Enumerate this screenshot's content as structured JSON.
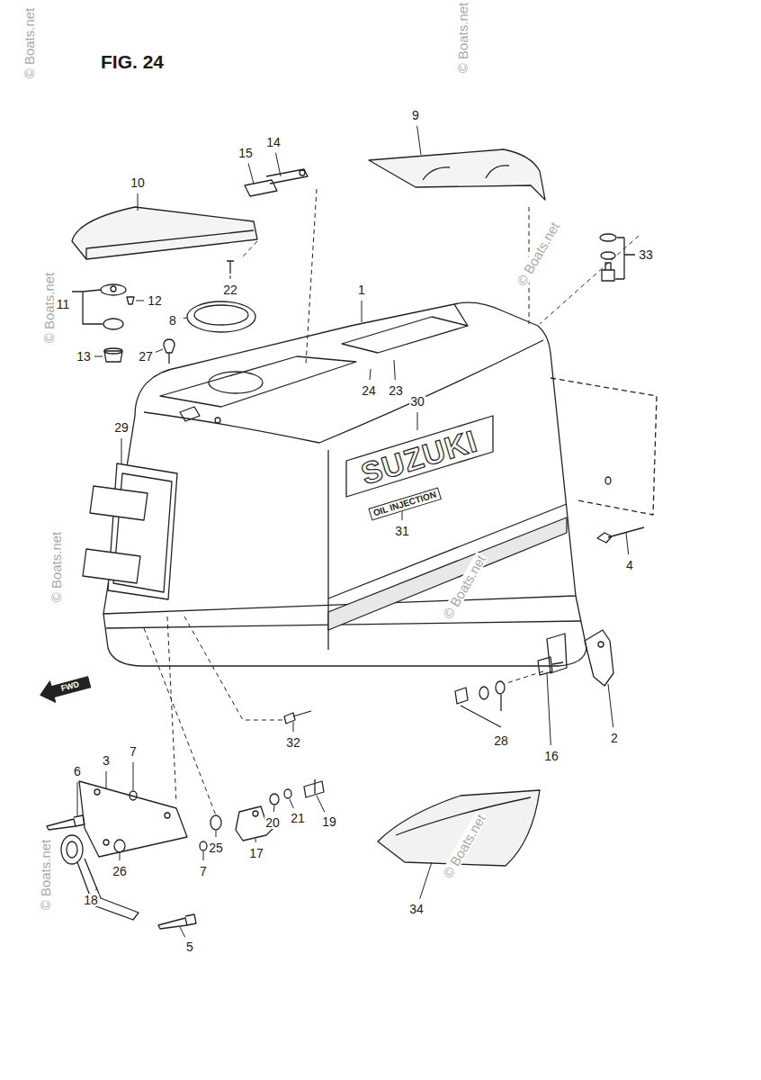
{
  "diagram": {
    "title": "FIG. 24",
    "labels": [
      "9",
      "15",
      "14",
      "10",
      "33",
      "11",
      "12",
      "22",
      "8",
      "1",
      "13",
      "27",
      "24",
      "23",
      "30",
      "29",
      "31",
      "4",
      "32",
      "28",
      "16",
      "2",
      "7",
      "6",
      "3",
      "19",
      "20",
      "21",
      "17",
      "25",
      "26",
      "7",
      "18",
      "5",
      "34",
      "SUZUKI",
      "OIL INJECTION",
      "FWD",
      "© Boats.net",
      "© Boats.net",
      "© Boats.net",
      "© Boats.net",
      "© Boats.net",
      "© Boats.net",
      "© Boats.net",
      "© Boats.net"
    ]
  }
}
